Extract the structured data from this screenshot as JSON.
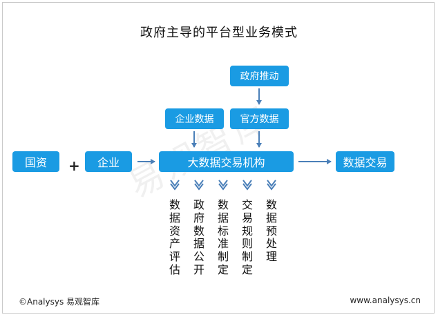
{
  "title": "政府主导的平台型业务模式",
  "nodes": {
    "gov_promotion": "政府推动",
    "enterprise_data": "企业数据",
    "official_data": "官方数据",
    "state_capital": "国资",
    "enterprise": "企业",
    "plus": "+",
    "big_data_exchange": "大数据交易机构",
    "data_trading": "数据交易"
  },
  "outputs": [
    "数据资产评估",
    "政府数据公开",
    "数据标准制定",
    "交易规则制定",
    "数据预处理"
  ],
  "watermark": "易观智库",
  "footer": {
    "left": "©Analysys 易观智库",
    "right": "www.analysys.cn"
  },
  "colors": {
    "box": "#1a9be3",
    "arrow": "#4a7fb8"
  }
}
